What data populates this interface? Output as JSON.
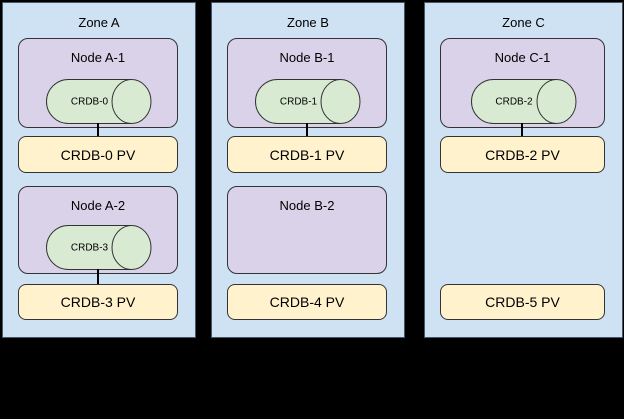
{
  "colors": {
    "background": "#000000",
    "zone_fill": "#cfe2f3",
    "zone_border": "#45576b",
    "node_fill": "#d9d2e9",
    "node_border": "#333333",
    "cylinder_fill": "#d9ead3",
    "cylinder_border": "#333333",
    "pv_fill": "#fff2cc",
    "pv_border": "#333333",
    "connector": "#000000",
    "text": "#000000"
  },
  "zones": [
    {
      "label": "Zone A",
      "nodes": [
        {
          "label": "Node A-1",
          "cylinder": "CRDB-0",
          "pv": "CRDB-0 PV"
        },
        {
          "label": "Node A-2",
          "cylinder": "CRDB-3",
          "pv": "CRDB-3 PV"
        }
      ]
    },
    {
      "label": "Zone B",
      "nodes": [
        {
          "label": "Node B-1",
          "cylinder": "CRDB-1",
          "pv": "CRDB-1 PV"
        },
        {
          "label": "Node B-2",
          "cylinder": null,
          "pv": "CRDB-4 PV"
        }
      ]
    },
    {
      "label": "Zone C",
      "nodes": [
        {
          "label": "Node C-1",
          "cylinder": "CRDB-2",
          "pv": "CRDB-2 PV"
        },
        {
          "label": null,
          "cylinder": null,
          "pv": "CRDB-5 PV"
        }
      ]
    }
  ]
}
